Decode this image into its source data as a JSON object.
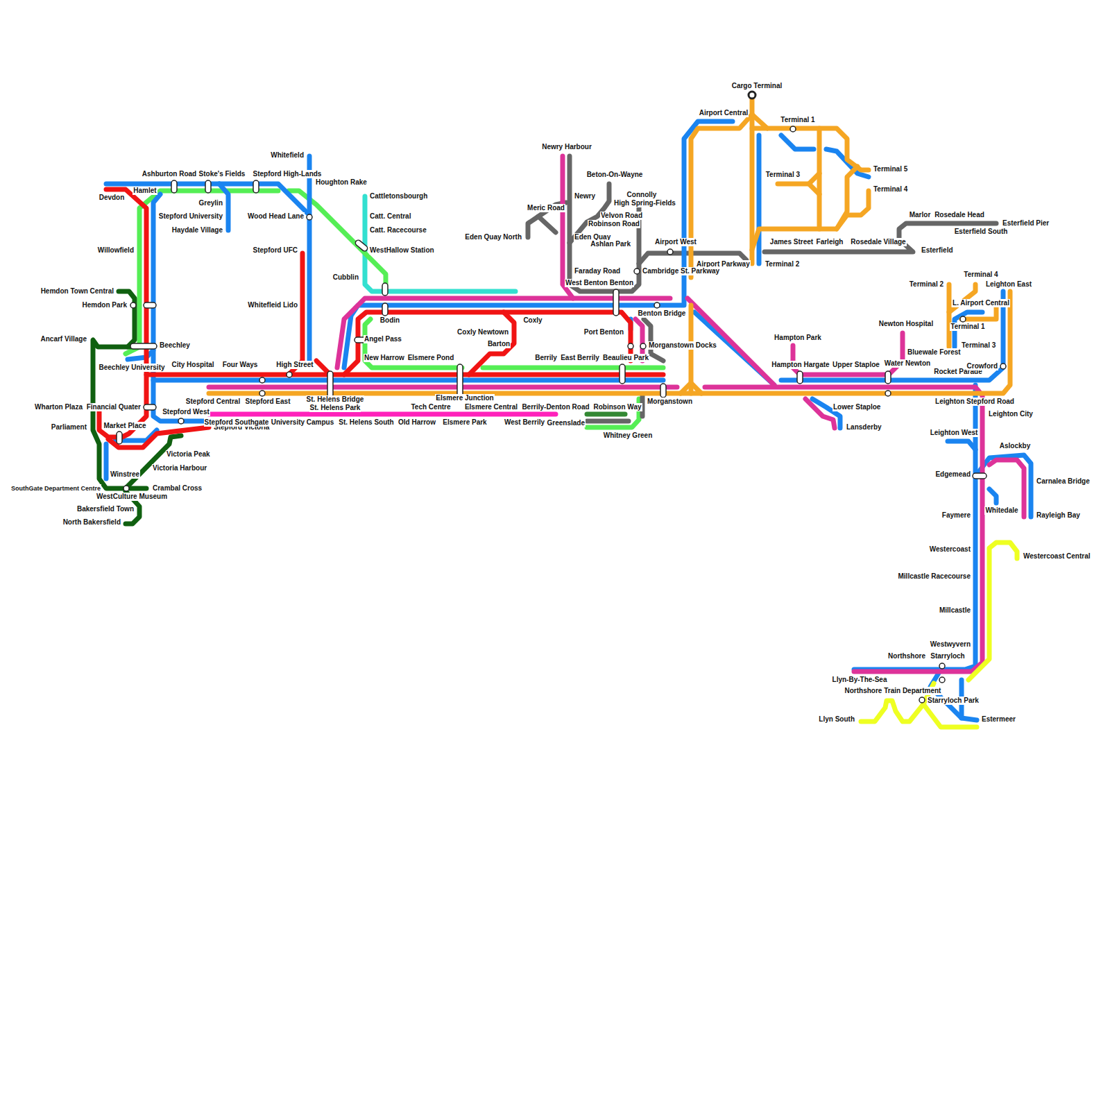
{
  "diagram": {
    "labels": [
      "Cargo Terminal",
      "Airport Central",
      "Terminal 1",
      "Terminal 3",
      "Terminal 5",
      "Terminal 4",
      "Newry Harbour",
      "Beton-On-Wayne",
      "Connolly",
      "High Spring-Fields",
      "Meric Road",
      "Newry",
      "Velvon Road",
      "Robinson Road",
      "Eden Quay North",
      "Eden Quay",
      "Ashlan Park",
      "Airport West",
      "Airport Parkway",
      "Terminal 2",
      "James Street",
      "Farleigh",
      "Rosedale Village",
      "Marlor",
      "Rosedale Head",
      "Esterfield Pier",
      "Esterfield South",
      "Esterfield",
      "Faraday Road",
      "Cambridge St. Parkway",
      "West Benton Benton",
      "Benton Bridge",
      "Port Benton",
      "Morganstown Docks",
      "Beaulieu Park",
      "East Berrily",
      "Berrily",
      "Coxly",
      "Coxly Newtown",
      "Barton",
      "Bodin",
      "Angel Pass",
      "New Harrow",
      "Elsmere Pond",
      "Morganstown",
      "Robinson Way",
      "Berrily-Denton Road",
      "Elsmere Central",
      "Elsmere Junction",
      "Tech Centre",
      "St. Helens Bridge",
      "St. Helens Park",
      "St. Helens South",
      "Old Harrow",
      "Stepford Central",
      "Stepford East",
      "Stepford West",
      "Stepford Victoria",
      "City Hospital",
      "Four Ways",
      "High Street",
      "Whitefield",
      "Houghton Rake",
      "Wood Head Lane",
      "Stepford UFC",
      "Whitefleid Lido",
      "Cattletonsbourgh",
      "Catt. Central",
      "Catt. Racecourse",
      "WestHallow Station",
      "Cubblin",
      "Ashburton Road",
      "Stoke's Fields",
      "Stepford High-Lands",
      "Greylin",
      "Stepford University",
      "Haydale Village",
      "Hamlet",
      "Devdon",
      "Willowfield",
      "Hemdon Town Central",
      "Hemdon Park",
      "Ancarf Village",
      "Beechley",
      "Beechley University",
      "Wharton Plaza",
      "Financial Quater",
      "Parliament",
      "Market Place",
      "Winstree",
      "Victoria Peak",
      "Victoria Harbour",
      "SouthGate Department Centre",
      "WestCulture Museum",
      "Crambal Cross",
      "Bakersfield Town",
      "North Bakersfield",
      "Hampton Park",
      "Hampton Hargate",
      "Upper Staploe",
      "Water Newton",
      "Newton Hospital",
      "Bluewale Forest",
      "Rocket Parade",
      "Lower Staploe",
      "Lansderby",
      "Leighton Stepford Road",
      "Leighton City",
      "Leighton West",
      "Aslockby",
      "Carnalea Bridge",
      "Edgemead",
      "Whitedale",
      "Rayleigh Bay",
      "Faymere",
      "Westercoast",
      "Westercoast Central",
      "Millcastle Racecourse",
      "Millcastle",
      "Westwyvern",
      "Northshore",
      "Starryloch",
      "Llyn-By-The-Sea",
      "Northshore Train Department",
      "Starryloch Park",
      "Llyn South",
      "Estermeer",
      "Terminal 2",
      "Terminal 4",
      "Leighton East",
      "L. Airport Central",
      "Terminal 1",
      "Terminal 3",
      "Crowford",
      "University Campus",
      "Stepford Southgate",
      "Elsmere Park",
      "West Berrily",
      "Greenslade",
      "Whitney Green"
    ]
  }
}
